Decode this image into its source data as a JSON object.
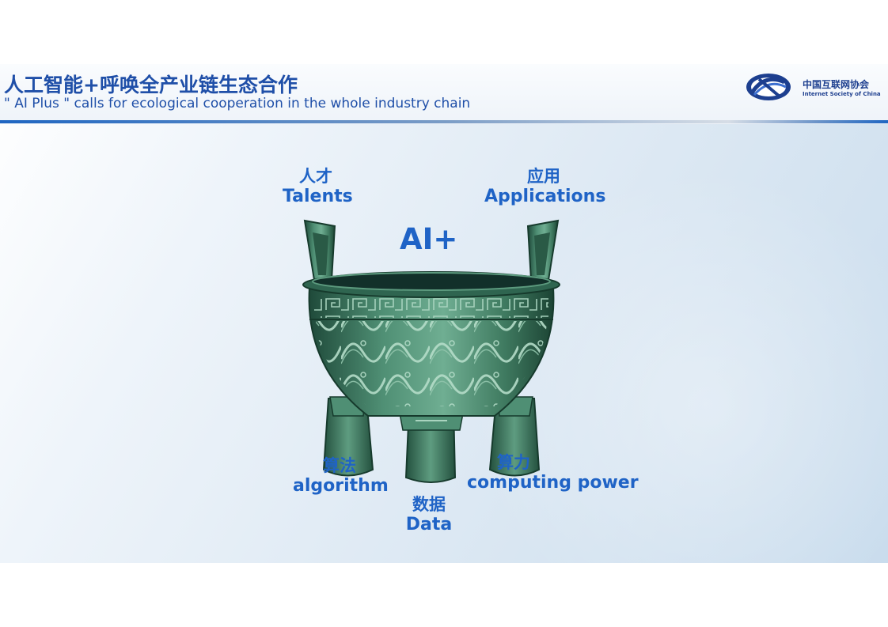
{
  "header": {
    "title_cn": "人工智能+呼唤全产业链生态合作",
    "title_en": "\" AI Plus \" calls for ecological cooperation in the whole industry chain"
  },
  "logo": {
    "name_cn": "中国互联网协会",
    "name_en": "Internet Society of China",
    "emblem_icon": "isc-emblem-icon"
  },
  "diagram": {
    "center": "AI+",
    "labels": {
      "talents": {
        "cn": "人才",
        "en": "Talents"
      },
      "applications": {
        "cn": "应用",
        "en": "Applications"
      },
      "algorithm": {
        "cn": "算法",
        "en": "algorithm"
      },
      "data": {
        "cn": "数据",
        "en": "Data"
      },
      "computing": {
        "cn": "算力",
        "en": "computing power"
      }
    }
  },
  "colors": {
    "accent_blue": "#1f63c6",
    "title_blue": "#1f4fa8",
    "bronze_green": "#3f7a60"
  }
}
